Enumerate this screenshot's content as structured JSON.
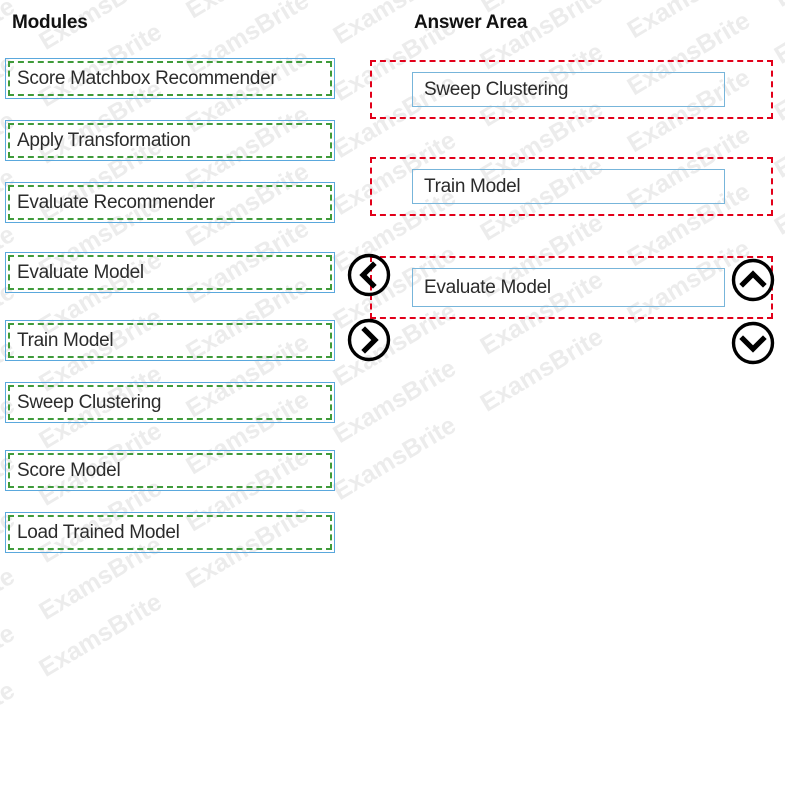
{
  "columns": {
    "modules_title": "Modules",
    "answer_title": "Answer Area"
  },
  "modules": {
    "items": [
      {
        "label": "Score Matchbox Recommender"
      },
      {
        "label": "Apply Transformation"
      },
      {
        "label": "Evaluate Recommender"
      },
      {
        "label": "Evaluate Model"
      },
      {
        "label": "Train Model"
      },
      {
        "label": "Sweep Clustering"
      },
      {
        "label": "Score Model"
      },
      {
        "label": "Load Trained Model"
      }
    ]
  },
  "answer_area": {
    "slots": [
      {
        "label": "Sweep Clustering"
      },
      {
        "label": "Train Model"
      },
      {
        "label": "Evaluate Model"
      }
    ]
  },
  "controls": {
    "move_left": "move-left-chevron-icon",
    "move_right": "move-right-chevron-icon",
    "move_up": "move-up-chevron-icon",
    "move_down": "move-down-chevron-icon"
  },
  "watermark": {
    "text": "ExamsBrite",
    "repeat_per_row": 9,
    "rows": 16
  },
  "colors": {
    "module_border_blue": "#5aa8dd",
    "module_border_green": "#3f9b3a",
    "answer_border_red": "#e2001a",
    "answer_field_blue": "#77b5da",
    "text": "#2b2b2b",
    "title": "#111111",
    "watermark": "#ececec",
    "background": "#ffffff"
  }
}
